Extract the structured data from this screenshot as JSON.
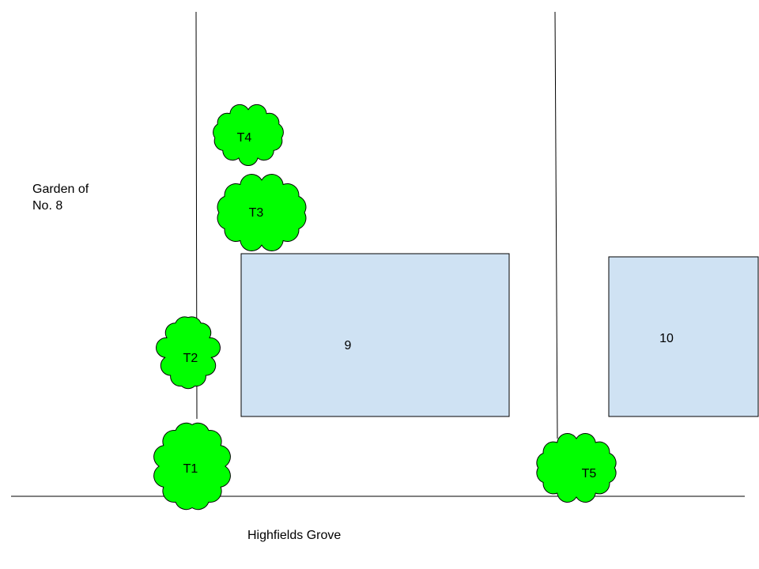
{
  "labels": {
    "garden_line1": "Garden of",
    "garden_line2": "No. 8",
    "road": "Highfields Grove"
  },
  "houses": [
    {
      "label": "9"
    },
    {
      "label": "10"
    }
  ],
  "trees": [
    {
      "label": "T1"
    },
    {
      "label": "T2"
    },
    {
      "label": "T3"
    },
    {
      "label": "T4"
    },
    {
      "label": "T5"
    }
  ],
  "colors": {
    "tree_fill": "#00ff00",
    "house_fill": "#cfe2f3",
    "line": "#000000"
  }
}
